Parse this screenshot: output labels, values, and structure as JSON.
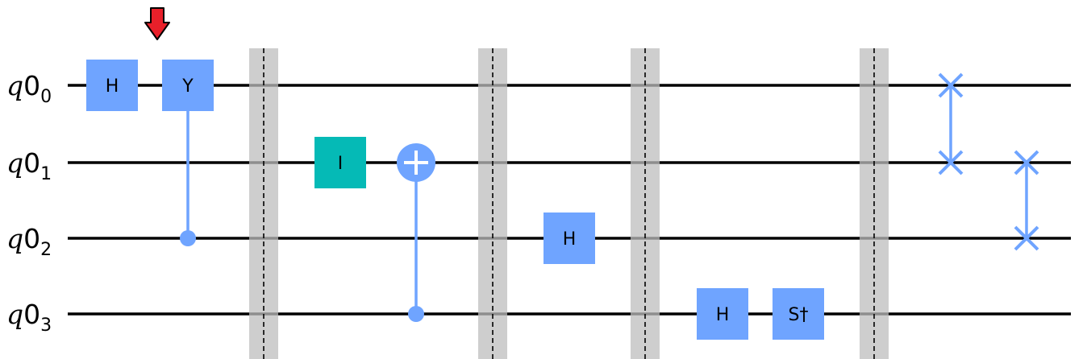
{
  "qubits": [
    {
      "prefix": "q",
      "name": "0",
      "sub": "0"
    },
    {
      "prefix": "q",
      "name": "0",
      "sub": "1"
    },
    {
      "prefix": "q",
      "name": "0",
      "sub": "2"
    },
    {
      "prefix": "q",
      "name": "0",
      "sub": "3"
    }
  ],
  "gates": [
    {
      "label": "H",
      "qubit": 0,
      "color": "#6fa4ff"
    },
    {
      "label": "Y",
      "qubit": 0,
      "color": "#6fa4ff",
      "control": 2
    },
    {
      "label": "I",
      "qubit": 1,
      "color": "#05bab6"
    },
    {
      "label": "H",
      "qubit": 2,
      "color": "#6fa4ff"
    },
    {
      "label": "H",
      "qubit": 3,
      "color": "#6fa4ff"
    },
    {
      "label": "S†",
      "qubit": 3,
      "color": "#6fa4ff"
    }
  ],
  "cx": {
    "control": 3,
    "target": 1,
    "color": "#6fa4ff"
  },
  "swaps": [
    {
      "qubits": [
        0,
        1
      ],
      "color": "#6fa4ff"
    },
    {
      "qubits": [
        1,
        2
      ],
      "color": "#6fa4ff"
    }
  ],
  "barrier_count": 4,
  "marker": {
    "icon": "down-arrow-icon",
    "color": "#e8202a"
  },
  "colors": {
    "wire": "#000000",
    "barrier": "#bdbdbd"
  }
}
